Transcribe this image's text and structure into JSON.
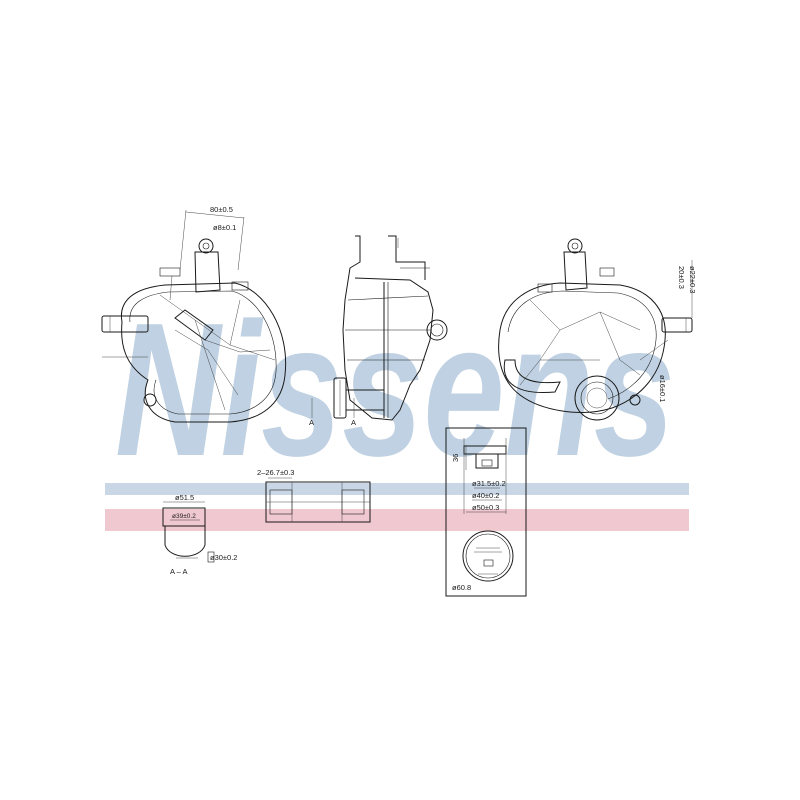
{
  "watermark": {
    "text": "Nissens",
    "color": "#aac2d8",
    "band_blue": "#c8d6e6",
    "band_red": "#f0c8d0"
  },
  "dimensions": {
    "d80": "80±0.5",
    "d8": "ø8±0.1",
    "d22": "ø22±0.3",
    "d20": "20±0.3",
    "d16": "ø16±0.1",
    "d267": "2–26.7±0.3",
    "d515": "ø51.5",
    "d39": "ø39±0.2",
    "d30": "ø30±0.2",
    "d36": "36",
    "d315": "ø31.5±0.2",
    "d40": "ø40±0.2",
    "d50": "ø50±0.3",
    "d608": "ø60.8",
    "section_mark": "A",
    "section_label": "A – A"
  }
}
